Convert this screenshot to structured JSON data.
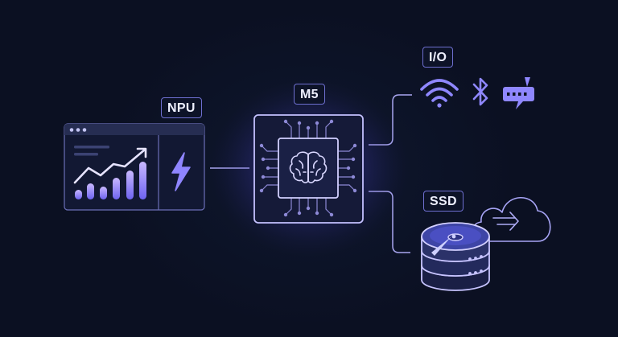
{
  "labels": {
    "npu": "NPU",
    "chip": "M5",
    "io": "I/O",
    "ssd": "SSD"
  },
  "colors": {
    "background": "#0b1022",
    "accent": "#8b86ff",
    "accent_light": "#b4b2ff",
    "line": "#a9a6f0",
    "panel": "#1c2340"
  },
  "icons": {
    "dashboard": "dashboard-window-icon",
    "trend": "trend-arrow-icon",
    "lightning": "lightning-bolt-icon",
    "chip": "processor-chip-icon",
    "brain": "brain-icon",
    "wifi": "wifi-icon",
    "bluetooth": "bluetooth-icon",
    "ethernet": "ethernet-port-icon",
    "disk": "hard-disk-icon",
    "cloud": "cloud-transfer-icon"
  }
}
